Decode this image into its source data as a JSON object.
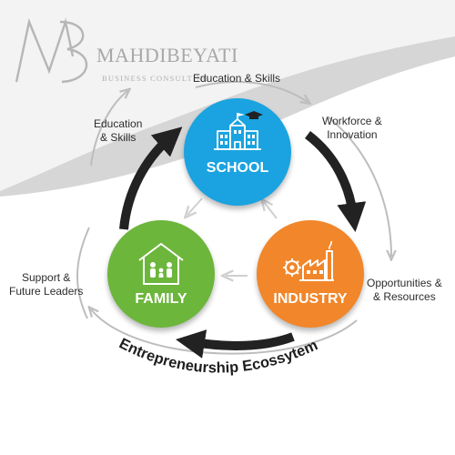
{
  "brand": {
    "monogram": "MB",
    "name": "MAHDIBEYATI",
    "tagline": "BUSINESS CONSULTING"
  },
  "nodes": {
    "school": {
      "label": "SCHOOL",
      "color": "#1aa3e0",
      "icon": "school-building-icon"
    },
    "family": {
      "label": "FAMILY",
      "color": "#6cb63c",
      "icon": "house-family-icon"
    },
    "industry": {
      "label": "INDUSTRY",
      "color": "#f1862a",
      "icon": "factory-gear-icon"
    }
  },
  "flows": {
    "top": "Education & Skills",
    "left_upper": "Education\n& Skills",
    "right_upper": "Workforce &\nInnovation",
    "right_lower": "Opportunities &\n& Resources",
    "left_lower": "Support &\nFuture Leaders"
  },
  "caption": "Entrepreneurship Ecossytem",
  "colors": {
    "main_arrow": "#222222",
    "outer_arrow": "#bdbdbd",
    "band": "#c8c8c8"
  }
}
